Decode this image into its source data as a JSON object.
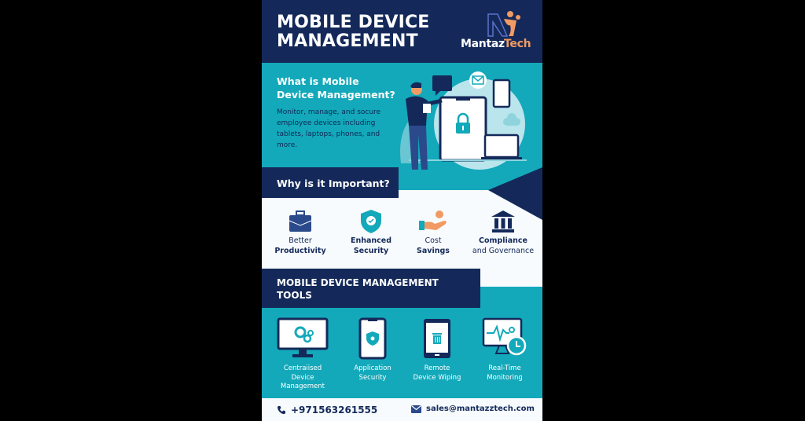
{
  "header": {
    "title_line1": "MOBILE DEVICE",
    "title_line2": "MANAGEMENT",
    "logo_word1": "Mantaz",
    "logo_word2": "Tech"
  },
  "intro": {
    "heading_line1": "What is Mobile",
    "heading_line2": "Device Management?",
    "body": "Monitor, manage, and socure employee devices including tablets, laptops, phones, and more."
  },
  "importance": {
    "banner": "Why is it Important?",
    "items": [
      {
        "line1": "Better",
        "line2": "Productivity",
        "icon": "briefcase-icon"
      },
      {
        "line1": "Enhanced",
        "line2": "Security",
        "icon": "shield-check-icon"
      },
      {
        "line1": "Cost",
        "line2": "Savings",
        "icon": "hand-coin-icon"
      },
      {
        "line1": "Compliance",
        "line2": "and Governance",
        "icon": "bank-building-icon"
      }
    ]
  },
  "tools": {
    "banner_line1": "MOBILE DEVICE MANAGEMENT",
    "banner_line2": "TOOLS",
    "items": [
      {
        "line1": "Centraiised",
        "line2": "Device",
        "line3": "Management",
        "icon": "monitor-gears-icon"
      },
      {
        "line1": "Application",
        "line2": "Security",
        "line3": "",
        "icon": "phone-shield-icon"
      },
      {
        "line1": "Remote",
        "line2": "Device Wiping",
        "line3": "",
        "icon": "tablet-trash-icon"
      },
      {
        "line1": "Real-Time",
        "line2": "Monitoring",
        "line3": "",
        "icon": "monitor-pulse-clock-icon"
      }
    ]
  },
  "footer": {
    "phone": "+971563261555",
    "email": "sales@mantazztech.com"
  },
  "colors": {
    "navy": "#14295a",
    "teal": "#13a9ba",
    "orange": "#f19a63",
    "offwhite": "#f7fbfd"
  }
}
